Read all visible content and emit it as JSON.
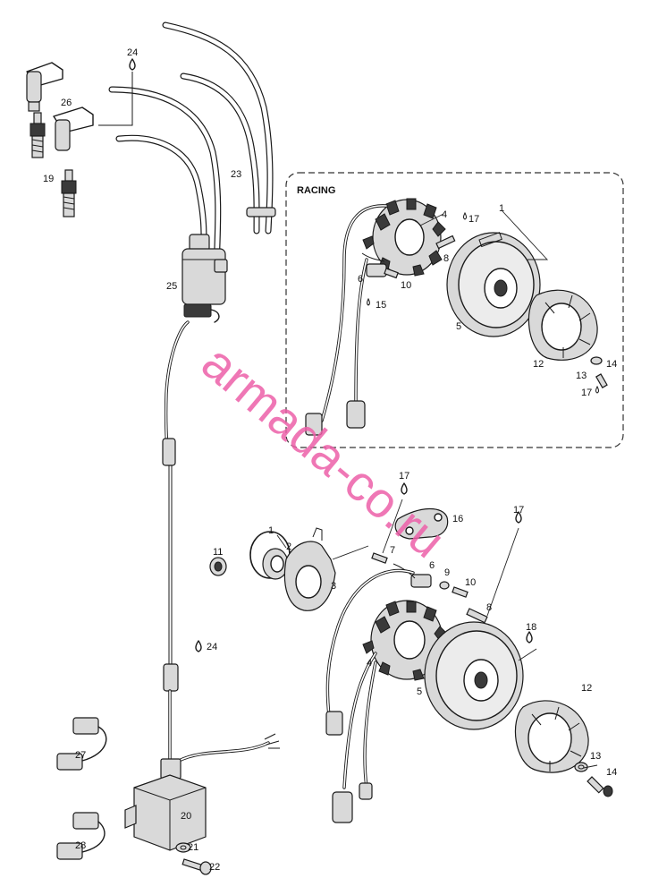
{
  "racing": {
    "title": "RACING"
  },
  "watermark": {
    "text": "armada-co.ru",
    "color": "#ec5fa8"
  },
  "labels": {
    "l24a": "24",
    "l26": "26",
    "l19": "19",
    "l23": "23",
    "l25": "25",
    "r1": "1",
    "r4": "4",
    "r17a": "17",
    "r8": "8",
    "r6": "6",
    "r10": "10",
    "r15": "15",
    "r5": "5",
    "r12": "12",
    "r13": "13",
    "r14": "14",
    "r17b": "17",
    "m17": "17",
    "m16": "16",
    "m7": "7",
    "m1": "1",
    "m2": "2",
    "m11": "11",
    "m3": "3",
    "m6": "6",
    "m9": "9",
    "m10": "10",
    "m8": "8",
    "m17b": "17",
    "m18": "18",
    "m4": "4",
    "m5": "5",
    "m12": "12",
    "m13": "13",
    "m14": "14",
    "l24b": "24",
    "l27": "27",
    "l20": "20",
    "l28": "28",
    "l21": "21",
    "l22": "22"
  }
}
